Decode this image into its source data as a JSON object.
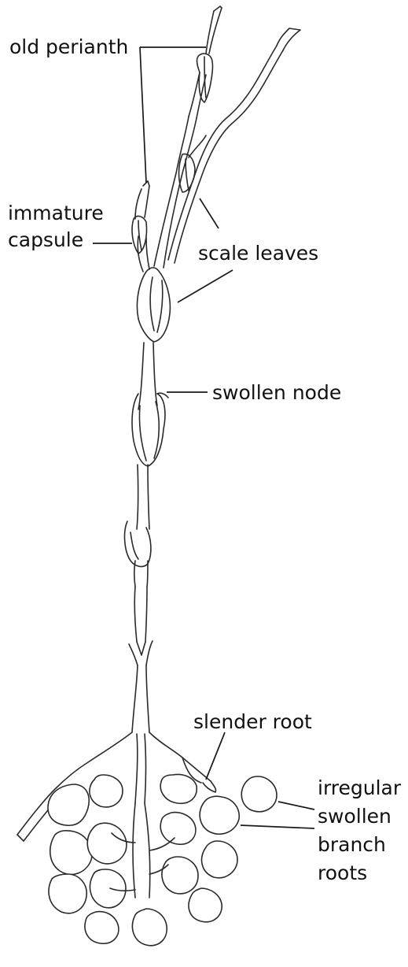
{
  "labels": {
    "old_perianth": "old perianth",
    "immature": "immature",
    "capsule": "capsule",
    "scale_leaves": "scale leaves",
    "swollen_node": "swollen node",
    "slender_root": "slender root",
    "irregular": "irregular",
    "swollen": "swollen",
    "branch": "branch",
    "roots": "roots"
  }
}
